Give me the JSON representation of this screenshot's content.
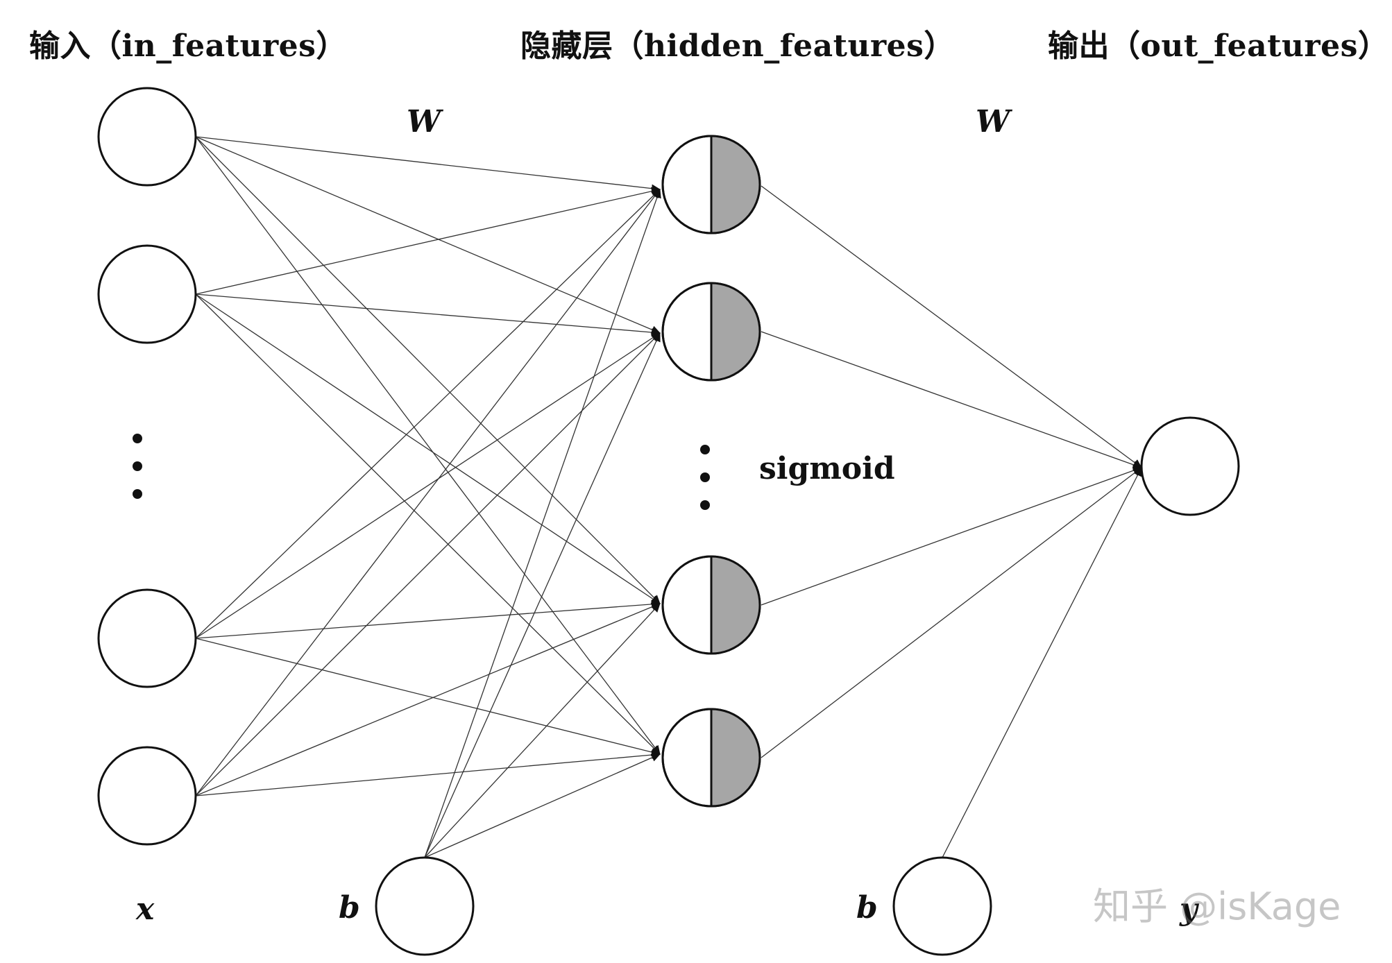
{
  "titles": {
    "input": "输入（in_features）",
    "hidden": "隐藏层（hidden_features）",
    "output": "输出（out_features）"
  },
  "symbols": {
    "x": "x",
    "b_hidden": "b",
    "b_output": "b",
    "y": "y",
    "w_input_hidden": "W",
    "w_hidden_output": "W"
  },
  "labels": {
    "activation": "sigmoid"
  },
  "watermark": "知乎 @isKage",
  "colors": {
    "stroke": "#111111",
    "activation_fill": "#a6a6a6",
    "background": "#ffffff"
  }
}
